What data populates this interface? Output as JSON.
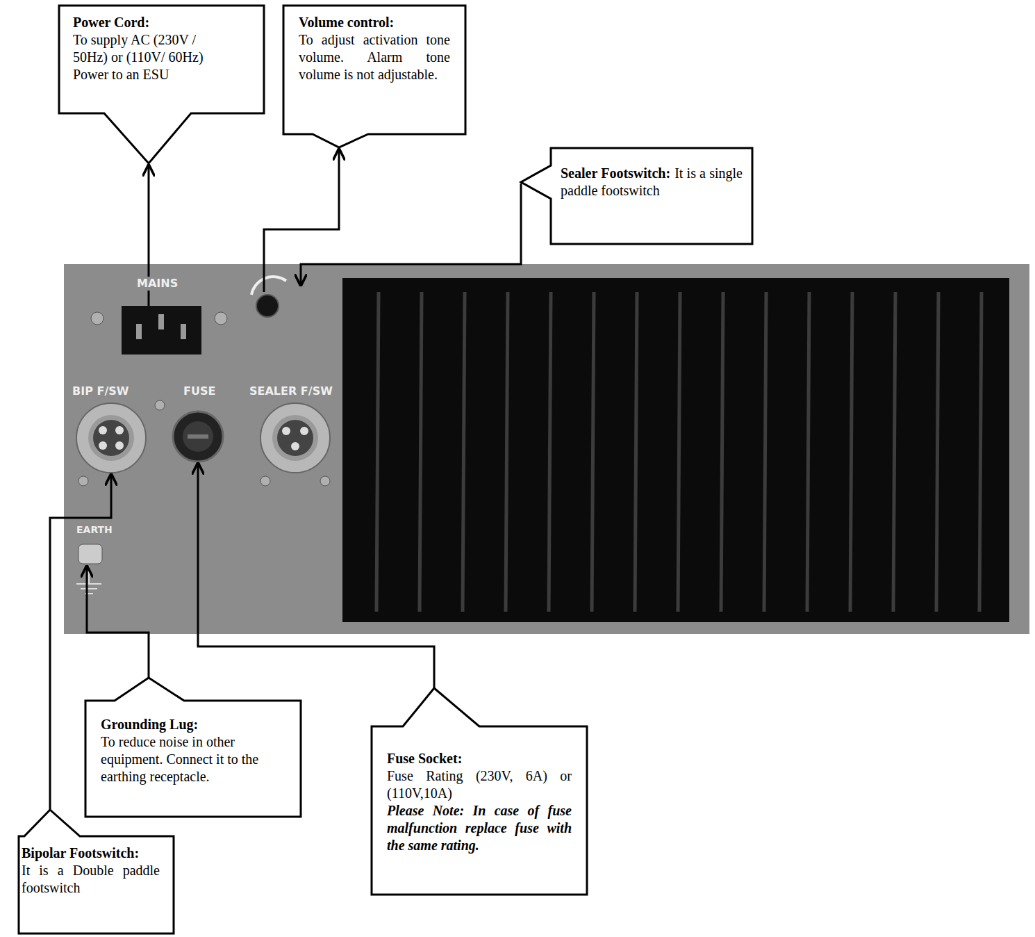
{
  "diagram": {
    "nodes": [
      {
        "text": [
          "Power Cord:",
          "To supply AC (230V / 50Hz) or (110V/ 60Hz) Power to an ESU"
        ]
      },
      {
        "text": [
          "Volume control:",
          "To adjust activation tone volume. Alarm tone volume is not adjustable."
        ]
      },
      {
        "text": [
          "Sealer Footswitch:",
          "It is a single paddle footswitch"
        ]
      },
      {
        "text": [
          "Grounding Lug:",
          "To reduce noise in other equipment. Connect it to the earthing receptacle."
        ]
      },
      {
        "text": [
          "Fuse Socket:",
          "Fuse Rating (230V, 6A) or (110V,10A)",
          "Please Note: In case of fuse malfunction replace fuse with the same rating."
        ]
      },
      {
        "text": [
          "Bipolar Footswitch:",
          "It is a Double paddle footswitch"
        ]
      }
    ],
    "labels": [
      "MAINS",
      "BIP F/SW",
      "FUSE",
      "SEALER F/SW",
      "EARTH"
    ]
  }
}
